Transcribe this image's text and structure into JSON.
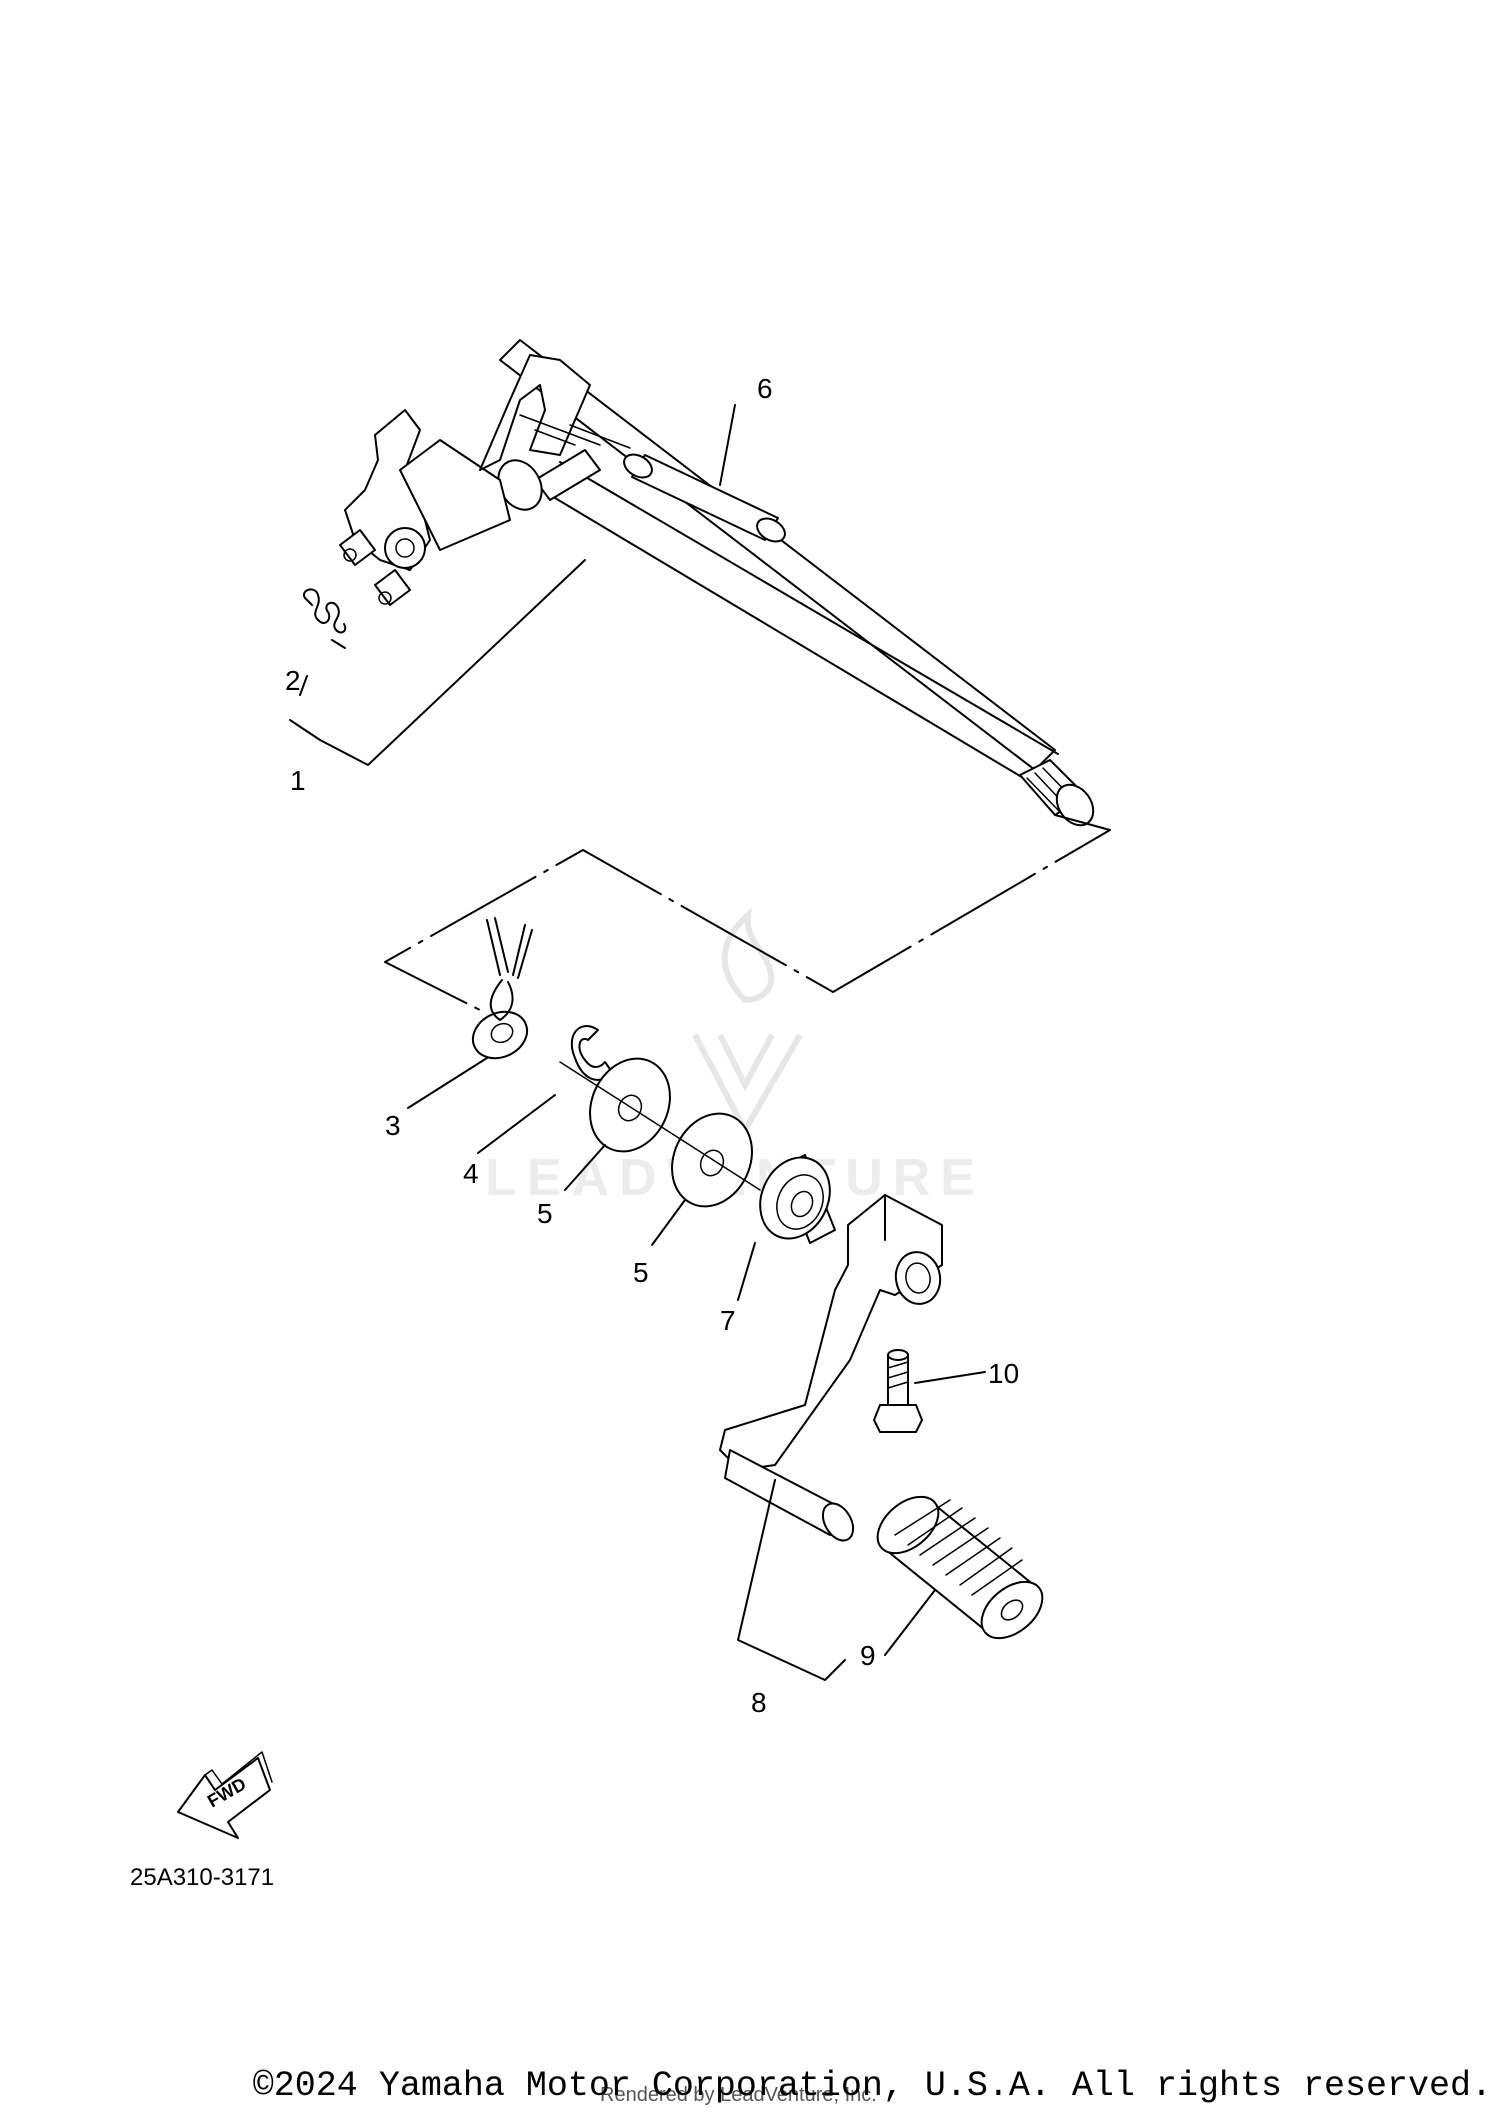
{
  "diagram": {
    "callouts": [
      "1",
      "2",
      "3",
      "4",
      "5",
      "5",
      "7",
      "6",
      "8",
      "9",
      "10"
    ],
    "fwd_label": "FWD",
    "drawing_code": "25A310-3171"
  },
  "watermark": {
    "text": "LEADVENTURE"
  },
  "footer": {
    "copyright": "©2024 Yamaha Motor Corporation, U.S.A. All rights reserved.",
    "rendered_by": "Rendered by LeadVenture, Inc."
  }
}
